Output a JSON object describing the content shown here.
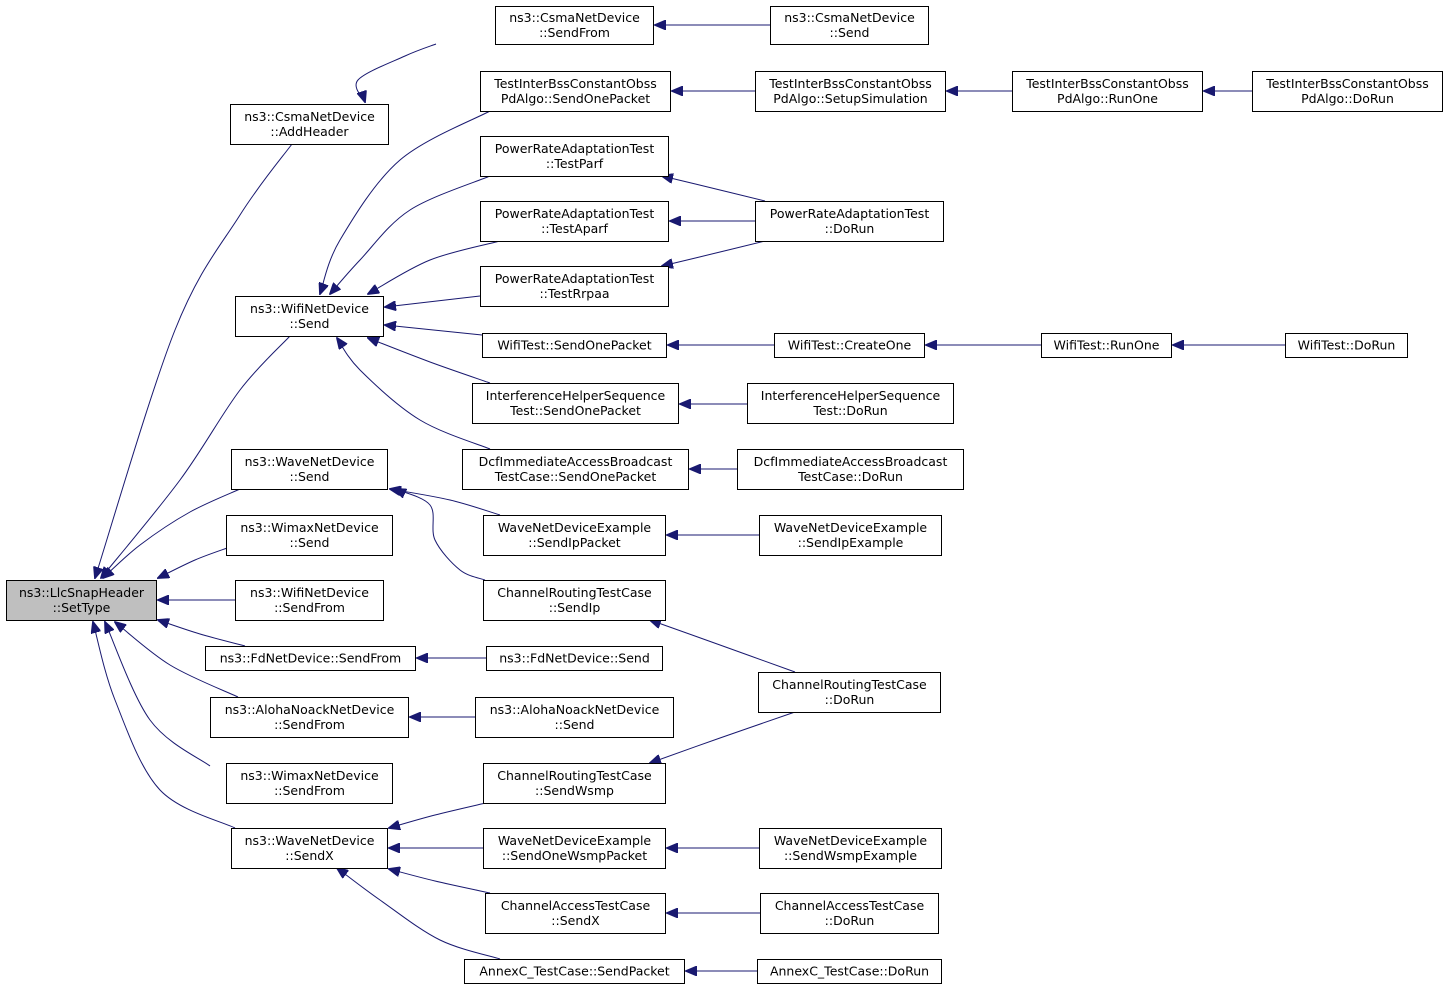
{
  "graph": {
    "root": "set_type",
    "nodes": [
      {
        "id": "set_type",
        "lines": [
          "ns3::LlcSnapHeader",
          "::SetType"
        ],
        "root": true
      },
      {
        "id": "csma_add_header",
        "lines": [
          "ns3::CsmaNetDevice",
          "::AddHeader"
        ]
      },
      {
        "id": "csma_send_from",
        "lines": [
          "ns3::CsmaNetDevice",
          "::SendFrom"
        ]
      },
      {
        "id": "csma_send",
        "lines": [
          "ns3::CsmaNetDevice",
          "::Send"
        ]
      },
      {
        "id": "wifi_send",
        "lines": [
          "ns3::WifiNetDevice",
          "::Send"
        ]
      },
      {
        "id": "tibss_send_one",
        "lines": [
          "TestInterBssConstantObss",
          "PdAlgo::SendOnePacket"
        ]
      },
      {
        "id": "tibss_setup",
        "lines": [
          "TestInterBssConstantObss",
          "PdAlgo::SetupSimulation"
        ]
      },
      {
        "id": "tibss_run_one",
        "lines": [
          "TestInterBssConstantObss",
          "PdAlgo::RunOne"
        ]
      },
      {
        "id": "tibss_do_run",
        "lines": [
          "TestInterBssConstantObss",
          "PdAlgo::DoRun"
        ]
      },
      {
        "id": "prat_parf",
        "lines": [
          "PowerRateAdaptationTest",
          "::TestParf"
        ]
      },
      {
        "id": "prat_aparf",
        "lines": [
          "PowerRateAdaptationTest",
          "::TestAparf"
        ]
      },
      {
        "id": "prat_rrpaa",
        "lines": [
          "PowerRateAdaptationTest",
          "::TestRrpaa"
        ]
      },
      {
        "id": "prat_do_run",
        "lines": [
          "PowerRateAdaptationTest",
          "::DoRun"
        ]
      },
      {
        "id": "wifitest_send_one",
        "lines": [
          "WifiTest::SendOnePacket"
        ]
      },
      {
        "id": "wifitest_create_one",
        "lines": [
          "WifiTest::CreateOne"
        ]
      },
      {
        "id": "wifitest_run_one",
        "lines": [
          "WifiTest::RunOne"
        ]
      },
      {
        "id": "wifitest_do_run",
        "lines": [
          "WifiTest::DoRun"
        ]
      },
      {
        "id": "ihs_send_one",
        "lines": [
          "InterferenceHelperSequence",
          "Test::SendOnePacket"
        ]
      },
      {
        "id": "ihs_do_run",
        "lines": [
          "InterferenceHelperSequence",
          "Test::DoRun"
        ]
      },
      {
        "id": "dcf_send_one",
        "lines": [
          "DcfImmediateAccessBroadcast",
          "TestCase::SendOnePacket"
        ]
      },
      {
        "id": "dcf_do_run",
        "lines": [
          "DcfImmediateAccessBroadcast",
          "TestCase::DoRun"
        ]
      },
      {
        "id": "wave_send",
        "lines": [
          "ns3::WaveNetDevice",
          "::Send"
        ]
      },
      {
        "id": "wnde_send_ip",
        "lines": [
          "WaveNetDeviceExample",
          "::SendIpPacket"
        ]
      },
      {
        "id": "wnde_send_ip_example",
        "lines": [
          "WaveNetDeviceExample",
          "::SendIpExample"
        ]
      },
      {
        "id": "crt_send_ip",
        "lines": [
          "ChannelRoutingTestCase",
          "::SendIp"
        ]
      },
      {
        "id": "crt_do_run",
        "lines": [
          "ChannelRoutingTestCase",
          "::DoRun"
        ]
      },
      {
        "id": "wimax_send",
        "lines": [
          "ns3::WimaxNetDevice",
          "::Send"
        ]
      },
      {
        "id": "wifi_send_from",
        "lines": [
          "ns3::WifiNetDevice",
          "::SendFrom"
        ]
      },
      {
        "id": "fd_send_from",
        "lines": [
          "ns3::FdNetDevice::SendFrom"
        ]
      },
      {
        "id": "fd_send",
        "lines": [
          "ns3::FdNetDevice::Send"
        ]
      },
      {
        "id": "aloha_send_from",
        "lines": [
          "ns3::AlohaNoackNetDevice",
          "::SendFrom"
        ]
      },
      {
        "id": "aloha_send",
        "lines": [
          "ns3::AlohaNoackNetDevice",
          "::Send"
        ]
      },
      {
        "id": "wimax_send_from",
        "lines": [
          "ns3::WimaxNetDevice",
          "::SendFrom"
        ]
      },
      {
        "id": "wave_send_x",
        "lines": [
          "ns3::WaveNetDevice",
          "::SendX"
        ]
      },
      {
        "id": "crt_send_wsmp",
        "lines": [
          "ChannelRoutingTestCase",
          "::SendWsmp"
        ]
      },
      {
        "id": "wnde_send_one_wsmp",
        "lines": [
          "WaveNetDeviceExample",
          "::SendOneWsmpPacket"
        ]
      },
      {
        "id": "wnde_send_wsmp_example",
        "lines": [
          "WaveNetDeviceExample",
          "::SendWsmpExample"
        ]
      },
      {
        "id": "cat_send_x",
        "lines": [
          "ChannelAccessTestCase",
          "::SendX"
        ]
      },
      {
        "id": "cat_do_run",
        "lines": [
          "ChannelAccessTestCase",
          "::DoRun"
        ]
      },
      {
        "id": "annexc_send_packet",
        "lines": [
          "AnnexC_TestCase::SendPacket"
        ]
      },
      {
        "id": "annexc_do_run",
        "lines": [
          "AnnexC_TestCase::DoRun"
        ]
      }
    ],
    "edges": [
      {
        "from": "csma_add_header",
        "to": "set_type"
      },
      {
        "from": "csma_send_from",
        "to": "csma_add_header"
      },
      {
        "from": "csma_send",
        "to": "csma_send_from"
      },
      {
        "from": "wifi_send",
        "to": "set_type"
      },
      {
        "from": "tibss_send_one",
        "to": "wifi_send"
      },
      {
        "from": "tibss_setup",
        "to": "tibss_send_one"
      },
      {
        "from": "tibss_run_one",
        "to": "tibss_setup"
      },
      {
        "from": "tibss_do_run",
        "to": "tibss_run_one"
      },
      {
        "from": "prat_parf",
        "to": "wifi_send"
      },
      {
        "from": "prat_aparf",
        "to": "wifi_send"
      },
      {
        "from": "prat_rrpaa",
        "to": "wifi_send"
      },
      {
        "from": "prat_do_run",
        "to": "prat_parf"
      },
      {
        "from": "prat_do_run",
        "to": "prat_aparf"
      },
      {
        "from": "prat_do_run",
        "to": "prat_rrpaa"
      },
      {
        "from": "wifitest_send_one",
        "to": "wifi_send"
      },
      {
        "from": "wifitest_create_one",
        "to": "wifitest_send_one"
      },
      {
        "from": "wifitest_run_one",
        "to": "wifitest_create_one"
      },
      {
        "from": "wifitest_do_run",
        "to": "wifitest_run_one"
      },
      {
        "from": "ihs_send_one",
        "to": "wifi_send"
      },
      {
        "from": "ihs_do_run",
        "to": "ihs_send_one"
      },
      {
        "from": "dcf_send_one",
        "to": "wifi_send"
      },
      {
        "from": "dcf_do_run",
        "to": "dcf_send_one"
      },
      {
        "from": "wave_send",
        "to": "set_type"
      },
      {
        "from": "wnde_send_ip",
        "to": "wave_send"
      },
      {
        "from": "wnde_send_ip_example",
        "to": "wnde_send_ip"
      },
      {
        "from": "crt_send_ip",
        "to": "wave_send"
      },
      {
        "from": "crt_do_run",
        "to": "crt_send_ip"
      },
      {
        "from": "crt_do_run",
        "to": "crt_send_wsmp"
      },
      {
        "from": "wimax_send",
        "to": "set_type"
      },
      {
        "from": "wifi_send_from",
        "to": "set_type"
      },
      {
        "from": "fd_send_from",
        "to": "set_type"
      },
      {
        "from": "fd_send",
        "to": "fd_send_from"
      },
      {
        "from": "aloha_send_from",
        "to": "set_type"
      },
      {
        "from": "aloha_send",
        "to": "aloha_send_from"
      },
      {
        "from": "wimax_send_from",
        "to": "set_type"
      },
      {
        "from": "wave_send_x",
        "to": "set_type"
      },
      {
        "from": "crt_send_wsmp",
        "to": "wave_send_x"
      },
      {
        "from": "wnde_send_one_wsmp",
        "to": "wave_send_x"
      },
      {
        "from": "wnde_send_wsmp_example",
        "to": "wnde_send_one_wsmp"
      },
      {
        "from": "cat_send_x",
        "to": "wave_send_x"
      },
      {
        "from": "cat_do_run",
        "to": "cat_send_x"
      },
      {
        "from": "annexc_send_packet",
        "to": "wave_send_x"
      },
      {
        "from": "annexc_do_run",
        "to": "annexc_send_packet"
      }
    ]
  },
  "colors": {
    "edge": "#191970",
    "node_border": "#000000",
    "node_fill": "#ffffff",
    "root_fill": "#bfbfbf"
  }
}
